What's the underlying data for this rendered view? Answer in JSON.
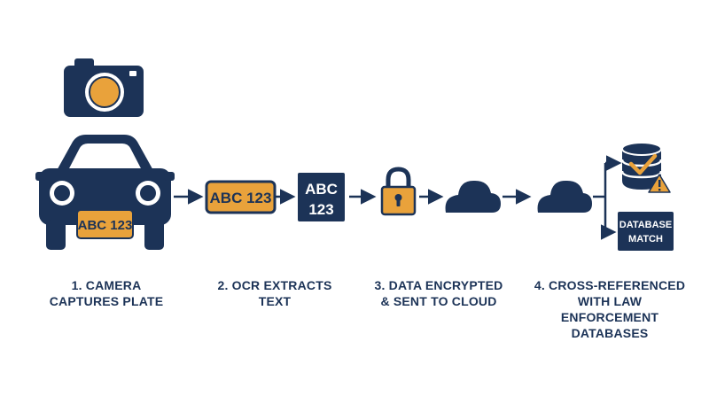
{
  "colors": {
    "navy": "#1c3357",
    "orange": "#e9a23b",
    "white": "#ffffff"
  },
  "icons": [
    "camera-icon",
    "car-icon",
    "license-plate-icon",
    "text-block-icon",
    "padlock-icon",
    "cloud-icon",
    "database-icon",
    "checkmark-icon",
    "warning-icon"
  ],
  "car_plate": {
    "text": "ABC 123"
  },
  "ocr_plate": {
    "text": "ABC 123"
  },
  "text_block": {
    "line1": "ABC",
    "line2": "123"
  },
  "database_match": {
    "line1": "DATABASE",
    "line2": "MATCH"
  },
  "steps": [
    {
      "line1": "1. CAMERA",
      "line2": "CAPTURES PLATE"
    },
    {
      "line1": "2. OCR EXTRACTS",
      "line2": "TEXT"
    },
    {
      "line1": "3. DATA ENCRYPTED",
      "line2": "& SENT TO CLOUD"
    },
    {
      "line1": "4. CROSS-REFERENCED",
      "line2": "WITH LAW",
      "line3": "ENFORCEMENT",
      "line4": "DATABASES"
    }
  ]
}
